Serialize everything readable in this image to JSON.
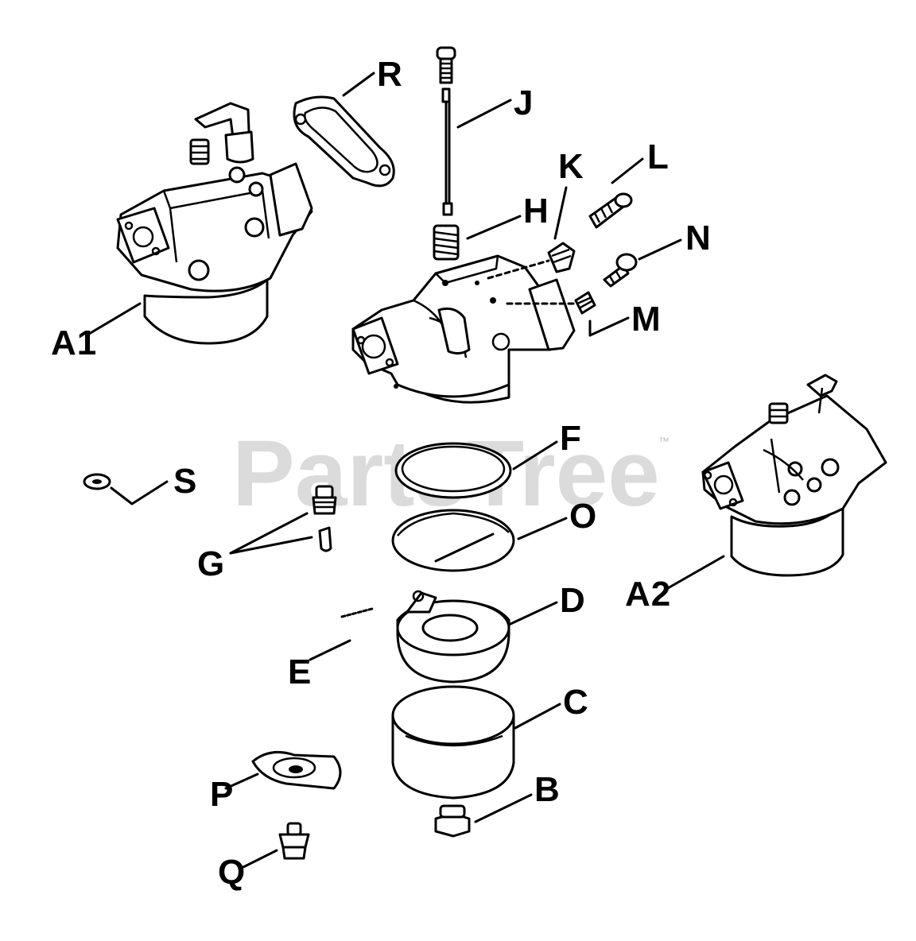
{
  "watermark": {
    "text": "PartsTree",
    "trademark": "™"
  },
  "callouts": {
    "A1": "A1",
    "A2": "A2",
    "B": "B",
    "C": "C",
    "D": "D",
    "E": "E",
    "F": "F",
    "G": "G",
    "H": "H",
    "J": "J",
    "K": "K",
    "L": "L",
    "M": "M",
    "N": "N",
    "O": "O",
    "P": "P",
    "Q": "Q",
    "R": "R",
    "S": "S"
  },
  "colors": {
    "ink": "#000000",
    "background": "#ffffff",
    "watermark": "#cfcfcf"
  }
}
